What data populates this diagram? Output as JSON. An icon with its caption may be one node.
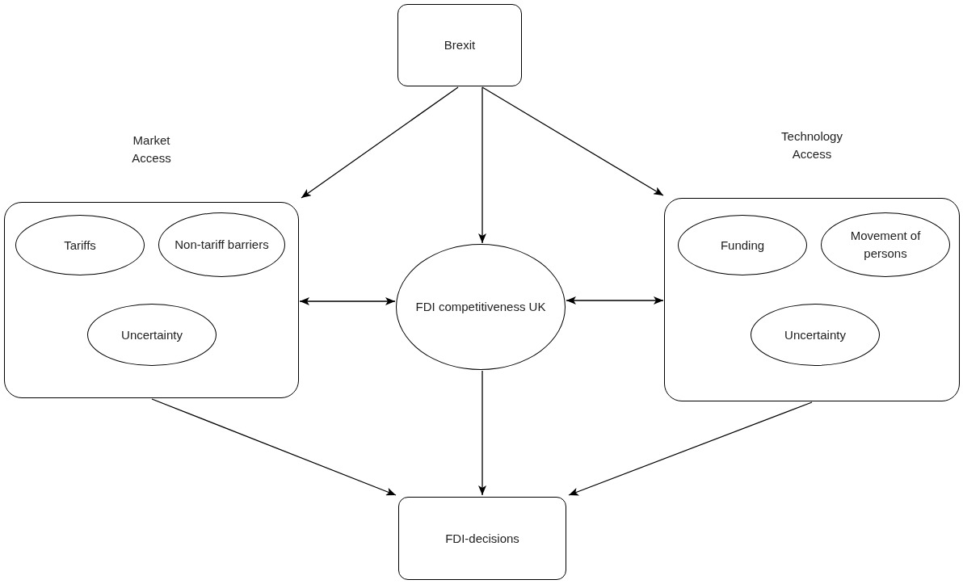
{
  "diagram": {
    "nodes": [
      {
        "text": [
          "Brexit"
        ]
      },
      {
        "text": [
          "Market Access"
        ]
      },
      {
        "text": [
          "Tariffs"
        ],
        "in": 1
      },
      {
        "text": [
          "Non-tariff barriers"
        ],
        "in": 1
      },
      {
        "text": [
          "Uncertainty"
        ],
        "in": 1
      },
      {
        "text": [
          "FDI competitiveness UK"
        ]
      },
      {
        "text": [
          "Technology Access"
        ]
      },
      {
        "text": [
          "Funding"
        ],
        "in": 6
      },
      {
        "text": [
          "Movement of persons"
        ],
        "in": 6
      },
      {
        "text": [
          "Uncertainty"
        ],
        "in": 6
      },
      {
        "text": [
          "FDI-decisions"
        ]
      }
    ],
    "edges": [
      {
        "from": 0,
        "to": 1,
        "arrow": "to"
      },
      {
        "from": 0,
        "to": 5,
        "arrow": "to"
      },
      {
        "from": 0,
        "to": 6,
        "arrow": "to"
      },
      {
        "from": 1,
        "to": 5,
        "arrow": "both"
      },
      {
        "from": 5,
        "to": 6,
        "arrow": "both"
      },
      {
        "from": 1,
        "to": 10,
        "arrow": "to"
      },
      {
        "from": 5,
        "to": 10,
        "arrow": "to"
      },
      {
        "from": 6,
        "to": 10,
        "arrow": "to"
      }
    ]
  }
}
